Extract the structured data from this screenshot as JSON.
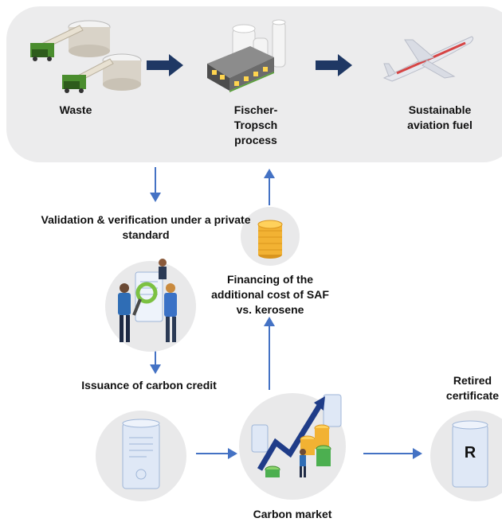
{
  "top_panel": {
    "waste_label": "Waste",
    "process_label": "Fischer-Tropsch process",
    "fuel_label": "Sustainable aviation fuel"
  },
  "flow": {
    "validation_label": "Validation & verification under a private standard",
    "issuance_label": "Issuance of carbon credit",
    "financing_label": "Financing of the additional cost of SAF vs. kerosene",
    "retired_label": "Retired certificate",
    "market_label": "Carbon market",
    "certificate_mark": "R"
  },
  "colors": {
    "panel": "#ececed",
    "circle": "#e9e9ea",
    "dark_arrow": "#1f3864",
    "flow_arrow": "#4472c4",
    "coin_gold": "#f2b233",
    "coin_green": "#4caf50"
  }
}
